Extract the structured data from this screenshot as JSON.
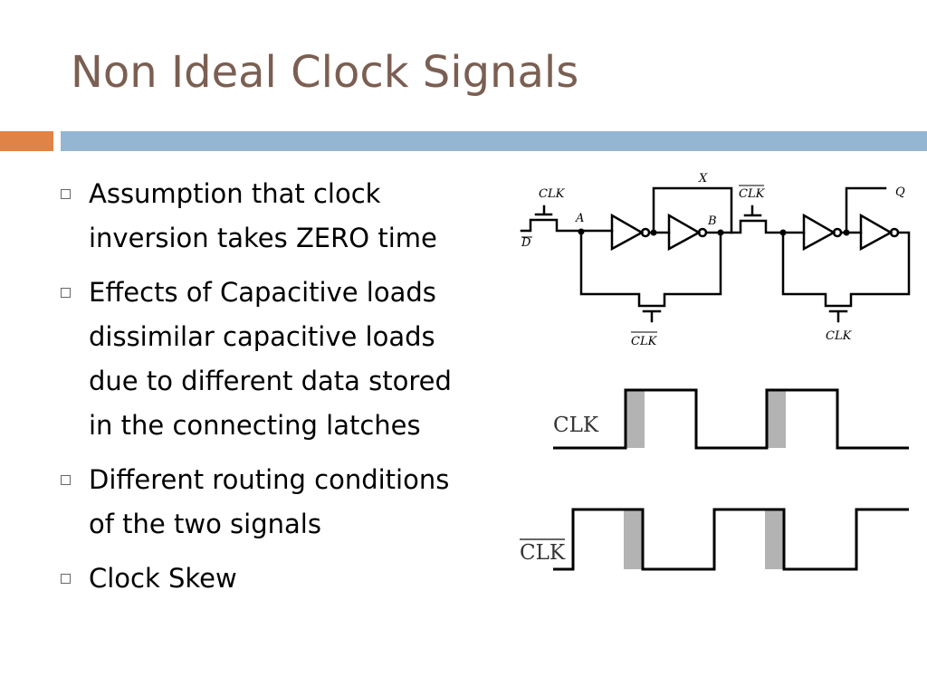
{
  "slide": {
    "title": "Non Ideal Clock Signals",
    "bullets": [
      {
        "lines": [
          "Assumption that clock",
          "inversion takes ZERO time"
        ]
      },
      {
        "lines": [
          "Effects of Capacitive loads",
          "dissimilar capacitive loads",
          "due to different data stored",
          "in the connecting latches"
        ]
      },
      {
        "lines": [
          "Different routing conditions",
          "of the two signals"
        ]
      },
      {
        "lines": [
          "Clock Skew"
        ]
      }
    ]
  },
  "circuit": {
    "labels": {
      "clk_top_left": "CLK",
      "d": "D",
      "a": "A",
      "b": "B",
      "x": "X",
      "clk_bar_top": "CLK",
      "q": "Q",
      "clk_bar_bottom_left": "CLK",
      "clk_bottom_right": "CLK"
    }
  },
  "waveforms": {
    "clk_label": "CLK",
    "clk_bar_label": "CLK"
  },
  "colors": {
    "title": "#7a5f52",
    "accent_orange": "#df8446",
    "accent_blue": "#94b6d2",
    "skew_gray": "#b3b3b3"
  }
}
